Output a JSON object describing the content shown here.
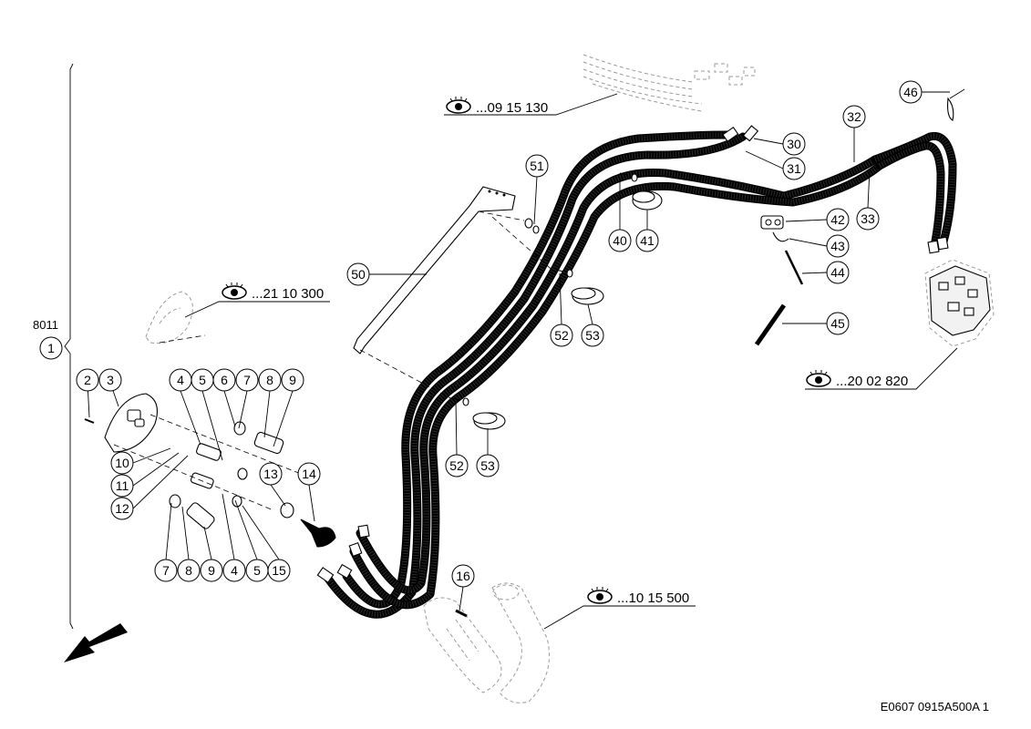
{
  "group_number": "8011",
  "group_item": "1",
  "drawing_code": "E0607 0915A500A 1",
  "cross_references": [
    {
      "id": "ref-top",
      "text": "...09 15 130"
    },
    {
      "id": "ref-left",
      "text": "...21 10 300"
    },
    {
      "id": "ref-right",
      "text": "...20 02 820"
    },
    {
      "id": "ref-bottom",
      "text": "...10 15 500"
    }
  ],
  "callouts": [
    "2",
    "3",
    "4",
    "5",
    "6",
    "7",
    "8",
    "9",
    "10",
    "11",
    "12",
    "7",
    "8",
    "9",
    "4",
    "5",
    "15",
    "13",
    "14",
    "16",
    "30",
    "31",
    "32",
    "33",
    "40",
    "41",
    "42",
    "43",
    "44",
    "45",
    "46",
    "50",
    "51",
    "52",
    "53",
    "52",
    "53"
  ],
  "icons": {
    "reference": "eye-icon",
    "direction": "arrow-down-left-icon"
  }
}
